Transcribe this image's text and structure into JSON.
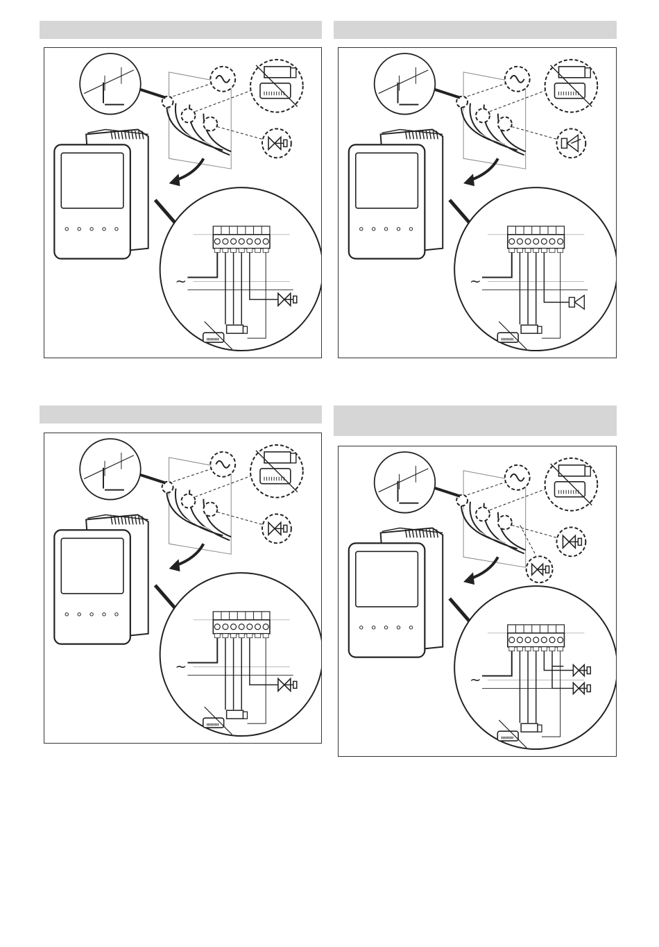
{
  "page": {
    "title": ""
  },
  "panels": [
    {
      "id": "panel-1",
      "header": "",
      "variant": "two-pipe-valve"
    },
    {
      "id": "panel-2",
      "header": "",
      "variant": "two-pipe-3way-valve"
    },
    {
      "id": "panel-3",
      "header": "",
      "variant": "two-pipe-valve-alt"
    },
    {
      "id": "panel-4",
      "header": "",
      "variant": "four-pipe-two-valves"
    }
  ],
  "symbols": {
    "ac_supply": "~",
    "icons": [
      "strip-length-icon",
      "ac-supply-icon",
      "fan-coil-icon",
      "valve-icon",
      "thermostat-device-icon"
    ]
  },
  "colors": {
    "header_bg": "#d6d6d6",
    "line": "#222222",
    "light_line": "#888888"
  }
}
